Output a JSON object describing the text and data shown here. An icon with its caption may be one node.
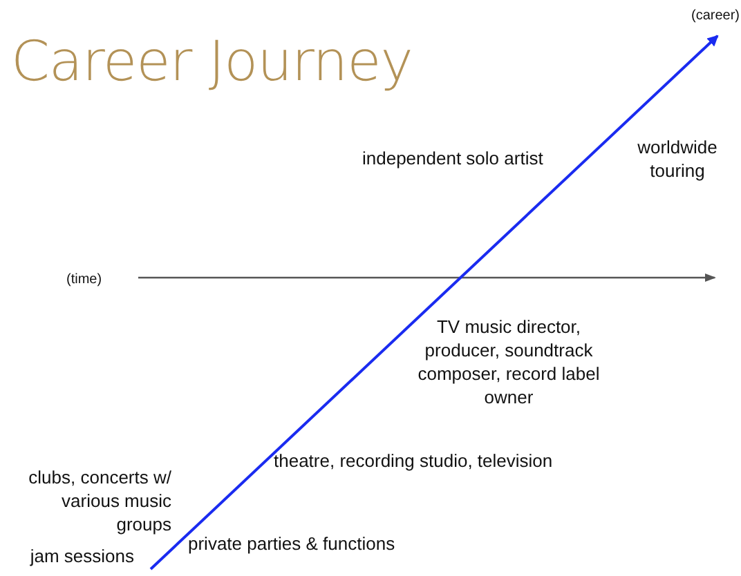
{
  "diagram": {
    "title": "Career Journey",
    "labels": [
      "(career)",
      "independent solo artist",
      "worldwide touring",
      "(time)",
      "TV music director, producer, soundtrack composer, record label owner",
      "theatre, recording studio, television",
      "clubs, concerts w/ various music groups",
      "jam sessions",
      "private parties & functions"
    ]
  }
}
